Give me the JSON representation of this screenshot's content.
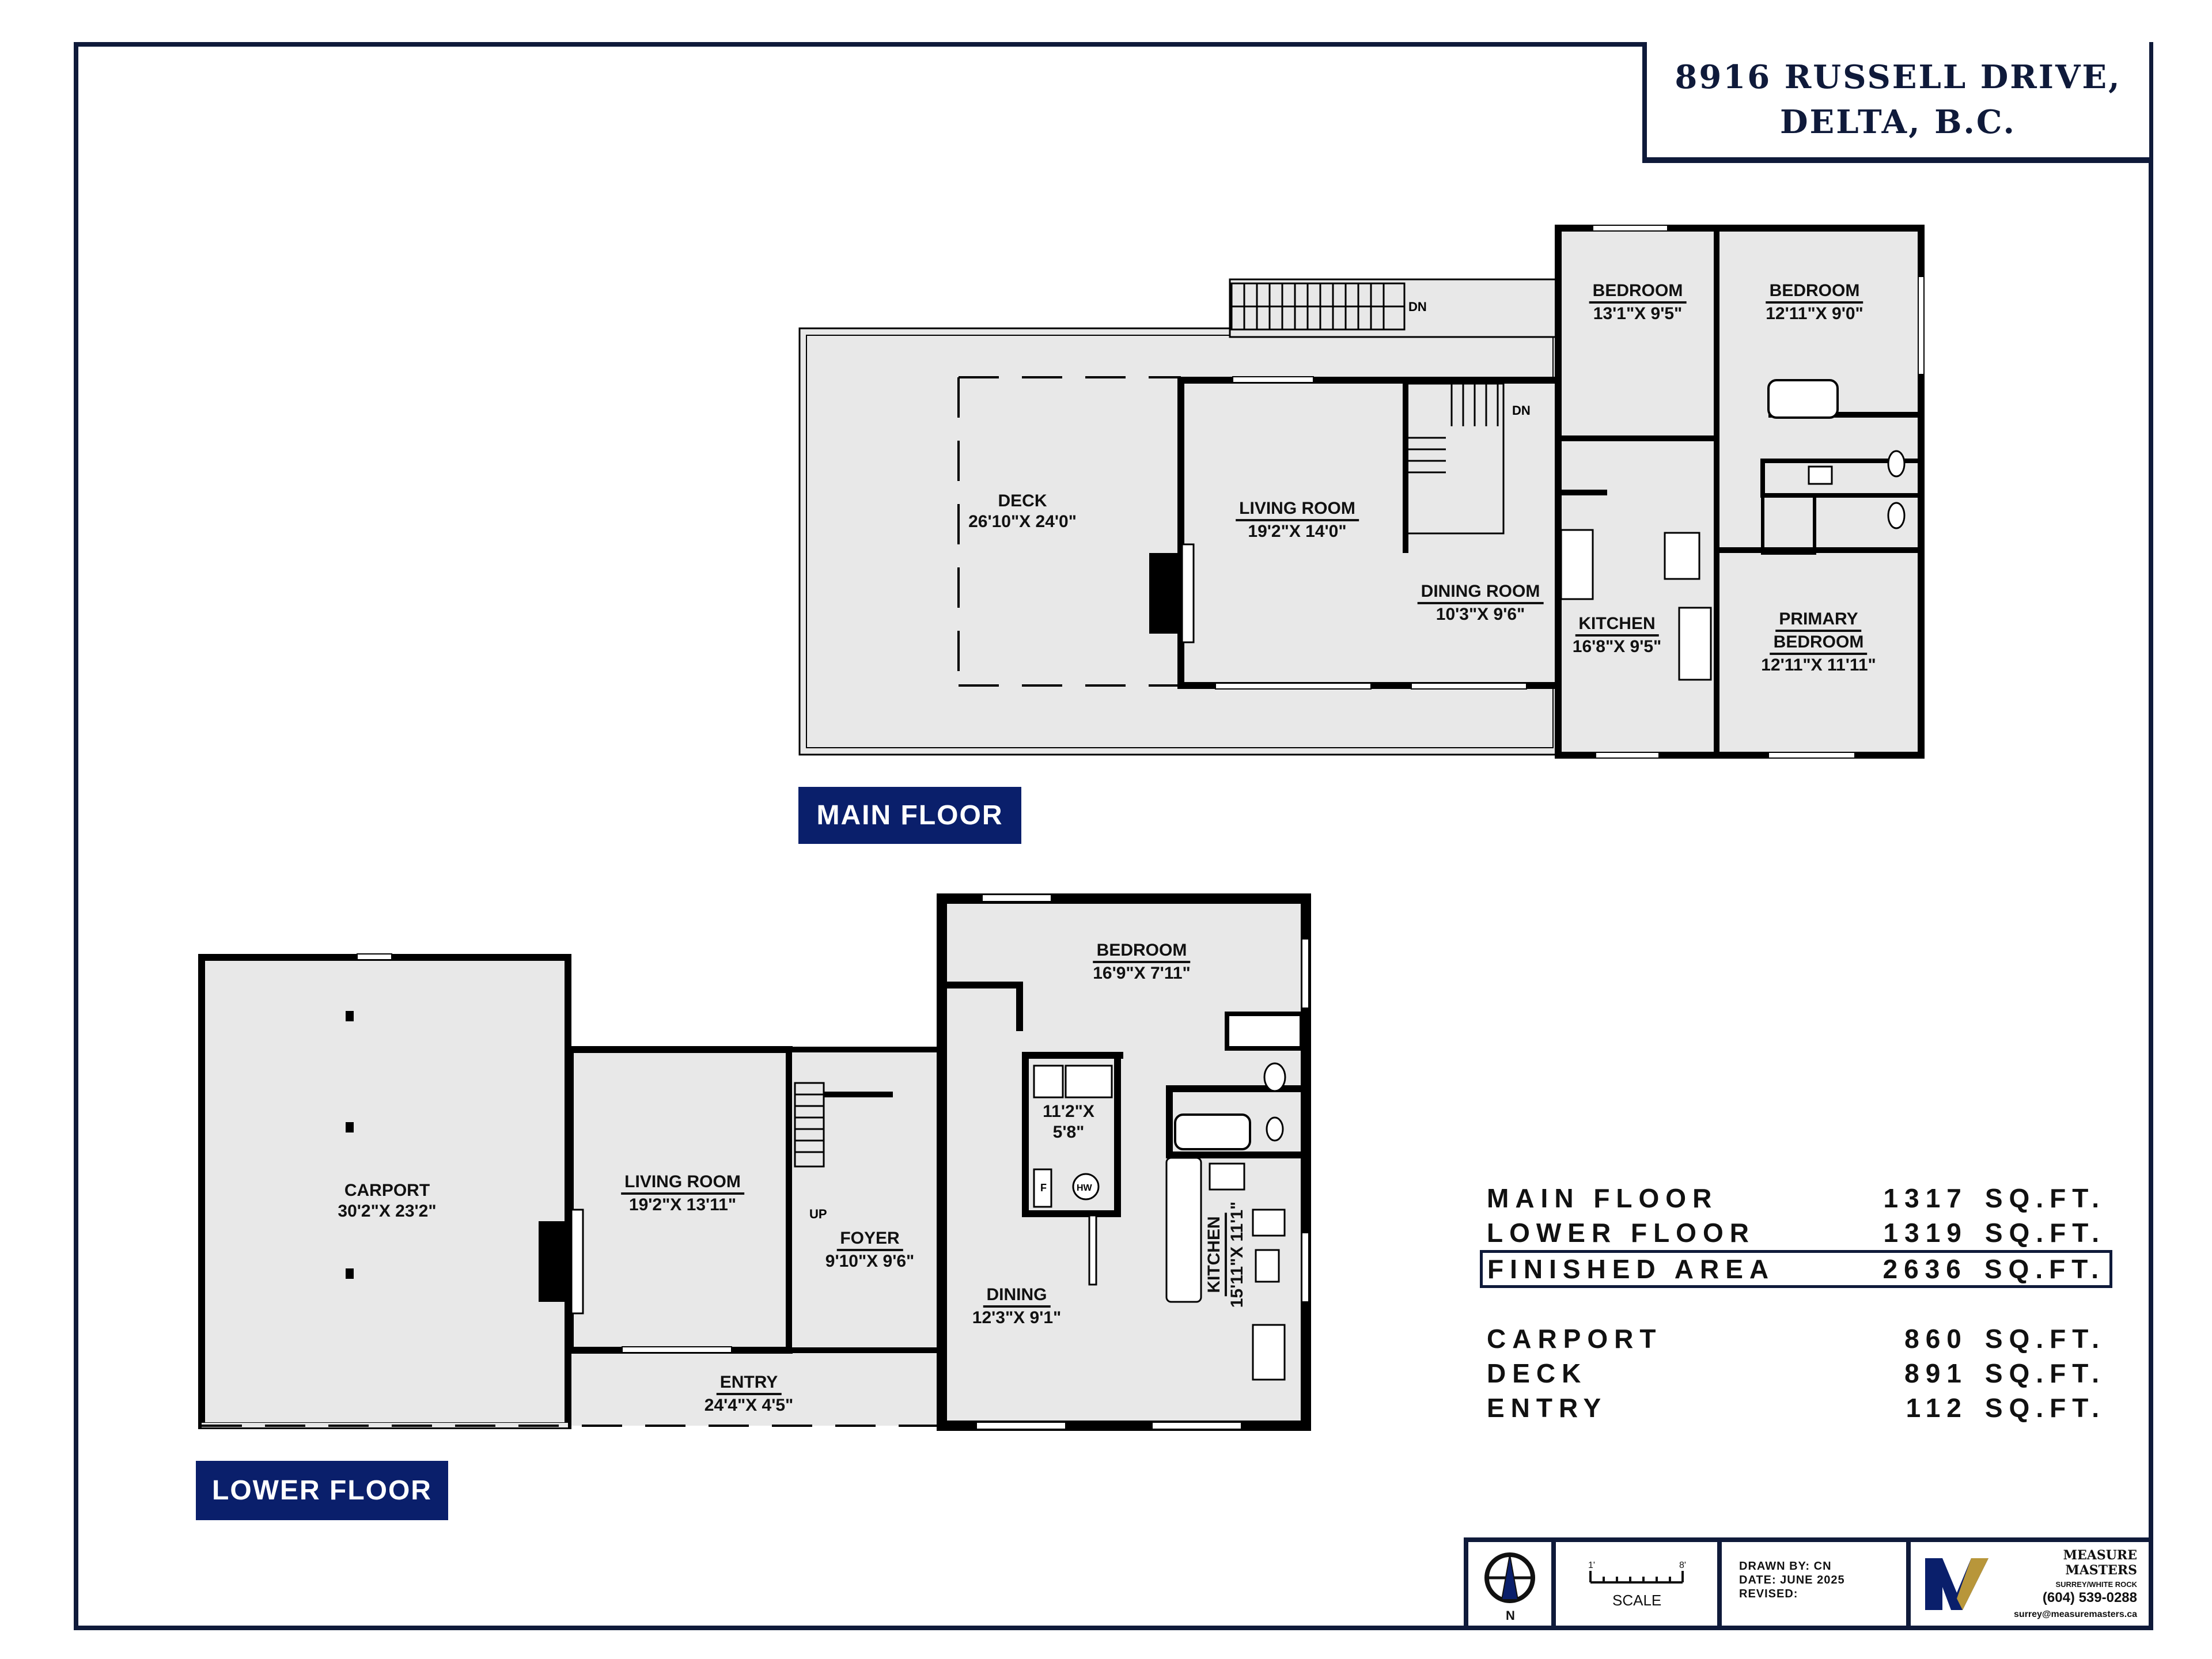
{
  "title": {
    "line1": "8916 RUSSELL DRIVE,",
    "line2": "DELTA, B.C."
  },
  "main_floor": {
    "label": "MAIN FLOOR",
    "rooms": [
      {
        "name": "DECK",
        "dims": "26'10\"X 24'0\""
      },
      {
        "name": "LIVING ROOM",
        "dims": "19'2\"X 14'0\""
      },
      {
        "name": "DINING ROOM",
        "dims": "10'3\"X 9'6\""
      },
      {
        "name": "KITCHEN",
        "dims": "16'8\"X 9'5\""
      },
      {
        "name": "BEDROOM",
        "dims": "13'1\"X 9'5\""
      },
      {
        "name": "BEDROOM",
        "dims": "12'11\"X 9'0\""
      },
      {
        "name": "PRIMARY BEDROOM",
        "name_line1": "PRIMARY",
        "name_line2": "BEDROOM",
        "dims": "12'11\"X 11'11\""
      }
    ],
    "stair_labels": [
      "DN",
      "DN"
    ]
  },
  "lower_floor": {
    "label": "LOWER FLOOR",
    "rooms": [
      {
        "name": "CARPORT",
        "dims": "30'2\"X 23'2\""
      },
      {
        "name": "LIVING ROOM",
        "dims": "19'2\"X 13'11\""
      },
      {
        "name": "FOYER",
        "dims": "9'10\"X 9'6\""
      },
      {
        "name": "ENTRY",
        "dims": "24'4\"X 4'5\""
      },
      {
        "name": "BEDROOM",
        "dims": "16'9\"X 7'11\""
      },
      {
        "name": "",
        "dims_line1": "11'2\"X",
        "dims_line2": "5'8\""
      },
      {
        "name": "DINING",
        "dims": "12'3\"X 9'1\""
      },
      {
        "name": "KITCHEN",
        "dims": "15'11\"X 11'1\""
      }
    ],
    "stair_label": "UP",
    "fixture_labels": {
      "furnace": "F",
      "hot_water": "HW"
    }
  },
  "areas": {
    "rows": [
      {
        "label": "MAIN FLOOR",
        "value": "1317",
        "unit": "SQ.FT."
      },
      {
        "label": "LOWER FLOOR",
        "value": "1319",
        "unit": "SQ.FT."
      },
      {
        "label": "FINISHED AREA",
        "value": "2636",
        "unit": "SQ.FT.",
        "highlighted": true
      },
      {
        "label": "CARPORT",
        "value": "860",
        "unit": "SQ.FT."
      },
      {
        "label": "DECK",
        "value": "891",
        "unit": "SQ.FT."
      },
      {
        "label": "ENTRY",
        "value": "112",
        "unit": "SQ.FT."
      }
    ]
  },
  "footer": {
    "north_label": "N",
    "scale": {
      "label": "SCALE",
      "start": "1'",
      "end": "8'"
    },
    "drawn_by": "DRAWN BY: CN",
    "date": "DATE: JUNE 2025",
    "revised": "REVISED:",
    "company": {
      "name": "MEASURE MASTERS",
      "region": "SURREY/WHITE ROCK",
      "phone": "(604) 539-0288",
      "email": "surrey@measuremasters.ca"
    }
  },
  "colors": {
    "navy": "#0a1f6b",
    "frame": "#0f1a3a",
    "floor_fill": "#e8e8e8",
    "wall": "#000000",
    "logo_gold": "#b8963a"
  }
}
